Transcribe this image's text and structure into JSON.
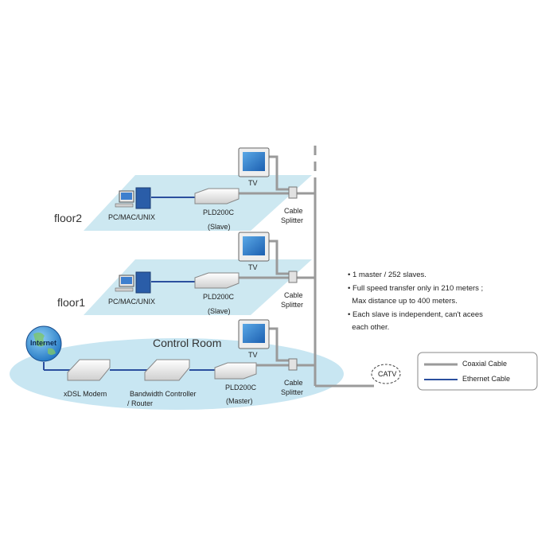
{
  "floors": {
    "floor2": {
      "label": "floor2",
      "pc": "PC/MAC/UNIX",
      "device": "PLD200C",
      "role": "(Slave)",
      "tv": "TV",
      "splitter_line1": "Cable",
      "splitter_line2": "Splitter"
    },
    "floor1": {
      "label": "floor1",
      "pc": "PC/MAC/UNIX",
      "device": "PLD200C",
      "role": "(Slave)",
      "tv": "TV",
      "splitter_line1": "Cable",
      "splitter_line2": "Splitter"
    }
  },
  "control_room": {
    "title": "Control Room",
    "internet": "Internet",
    "modem": "xDSL Modem",
    "router_line1": "Bandwidth Controller",
    "router_line2": "/ Router",
    "device": "PLD200C",
    "role": "(Master)",
    "tv": "TV",
    "splitter_line1": "Cable",
    "splitter_line2": "Splitter",
    "catv": "CATV"
  },
  "notes": [
    "1 master / 252 slaves.",
    "Full speed transfer only in 210 meters ;",
    "Max distance up to 400 meters.",
    "Each slave is independent, can't acees",
    "each other."
  ],
  "legend": {
    "coaxial": "Coaxial Cable",
    "ethernet": "Ethernet Cable"
  },
  "colors": {
    "coaxial": "#9a9a9a",
    "ethernet": "#2b4f9e",
    "floor_plane": "#cde8f1",
    "room_plane": "#c8e6f2"
  }
}
